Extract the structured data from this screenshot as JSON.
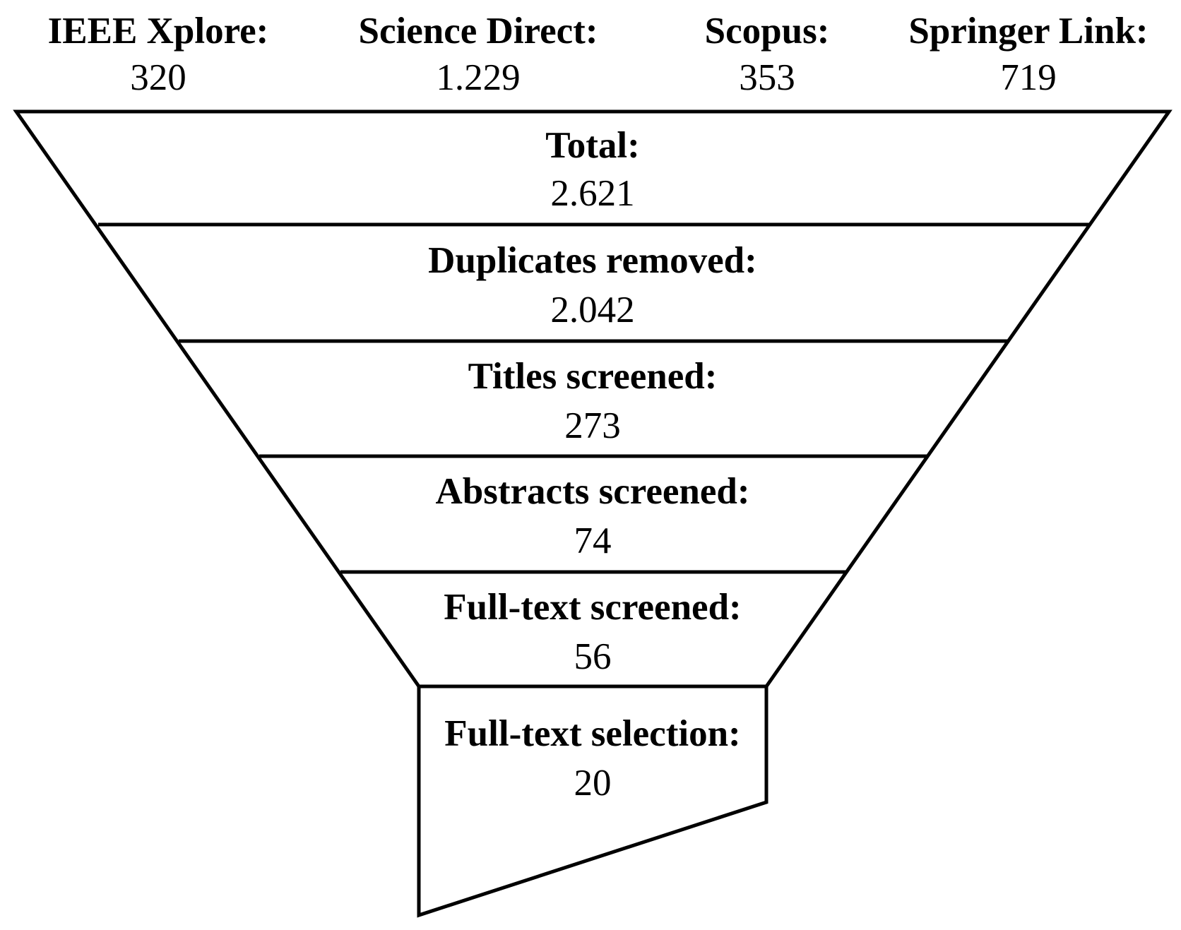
{
  "sources": [
    {
      "name": "IEEE Xplore:",
      "count": "320"
    },
    {
      "name": "Science Direct:",
      "count": "1.229"
    },
    {
      "name": "Scopus:",
      "count": "353"
    },
    {
      "name": "Springer Link:",
      "count": "719"
    }
  ],
  "stages": [
    {
      "label": "Total:",
      "count": "2.621"
    },
    {
      "label": "Duplicates removed:",
      "count": "2.042"
    },
    {
      "label": "Titles screened:",
      "count": "273"
    },
    {
      "label": "Abstracts screened:",
      "count": "74"
    },
    {
      "label": "Full-text screened:",
      "count": "56"
    }
  ],
  "outlet": {
    "label": "Full-text selection:",
    "count": "20"
  },
  "colors": {
    "stroke": "#000000",
    "fill": "#ffffff",
    "text": "#000000"
  }
}
